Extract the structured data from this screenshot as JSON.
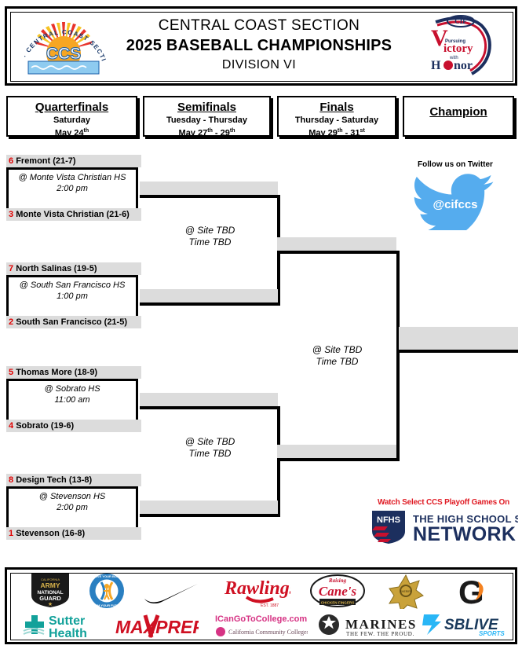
{
  "header": {
    "line1": "CENTRAL COAST SECTION",
    "line2": "2025 BASEBALL CHAMPIONSHIPS",
    "line3": "DIVISION VI",
    "left_logo": "ccs-logo",
    "left_logo_text": "CCS",
    "left_logo_ring_text": "CIF · CENTRAL COAST SECTION",
    "right_logo": "victory-with-honor-logo",
    "right_logo_text": [
      "CIF",
      "Pursuing",
      "Victory",
      "with",
      "Honor"
    ]
  },
  "rounds": [
    {
      "name": "quarterfinals",
      "title": "Quarterfinals",
      "days": "Saturday",
      "date_main": "May 24",
      "date_sup": "th",
      "date_tail": ""
    },
    {
      "name": "semifinals",
      "title": "Semifinals",
      "days": "Tuesday - Thursday",
      "date_main": "May 27",
      "date_sup": "th",
      "date_tail": " - 29",
      "date_sup2": "th"
    },
    {
      "name": "finals",
      "title": "Finals",
      "days": "Thursday - Saturday",
      "date_main": "May 29",
      "date_sup": "th",
      "date_tail": " - 31",
      "date_sup2": "st"
    },
    {
      "name": "champion",
      "title": "Champion",
      "days": "",
      "date_main": "",
      "date_sup": "",
      "date_tail": ""
    }
  ],
  "quarterfinals": [
    {
      "id": "qf1",
      "top": {
        "seed": "6",
        "team": "Fremont (21-7)"
      },
      "bottom": {
        "seed": "3",
        "team": "Monte Vista Christian (21-6)"
      },
      "site": "@ Monte Vista Christian HS",
      "time": "2:00 pm"
    },
    {
      "id": "qf2",
      "top": {
        "seed": "7",
        "team": "North Salinas (19-5)"
      },
      "bottom": {
        "seed": "2",
        "team": "South San Francisco (21-5)"
      },
      "site": "@ South San Francisco HS",
      "time": "1:00 pm"
    },
    {
      "id": "qf3",
      "top": {
        "seed": "5",
        "team": "Thomas More (18-9)"
      },
      "bottom": {
        "seed": "4",
        "team": "Sobrato (19-6)"
      },
      "site": "@ Sobrato HS",
      "time": "11:00 am"
    },
    {
      "id": "qf4",
      "top": {
        "seed": "8",
        "team": "Design Tech (13-8)"
      },
      "bottom": {
        "seed": "1",
        "team": "Stevenson (16-8)"
      },
      "site": "@ Stevenson HS",
      "time": "2:00 pm"
    }
  ],
  "semifinals": [
    {
      "id": "sf-upper",
      "site": "@ Site TBD",
      "time": "Time TBD",
      "slot_top": "",
      "slot_bottom": ""
    },
    {
      "id": "sf-lower",
      "site": "@ Site TBD",
      "time": "Time TBD",
      "slot_top": "",
      "slot_bottom": ""
    }
  ],
  "final": {
    "id": "final",
    "site": "@ Site TBD",
    "time": "Time TBD",
    "slot_top": "",
    "slot_bottom": ""
  },
  "champion": {
    "id": "champion",
    "value": ""
  },
  "twitter": {
    "caption": "Follow us on Twitter",
    "handle": "@cifccs",
    "icon": "twitter-bird-icon",
    "color": "#55acee"
  },
  "nfhs": {
    "caption": "Watch Select CCS Playoff Games On",
    "caption_color": "#e01b24",
    "shield_text": "NFHS",
    "line1": "THE HIGH SCHOOL SPORTS",
    "line2": "NETWORK",
    "navy": "#1c2f5e",
    "red": "#c8102e"
  },
  "sponsors": {
    "row1": [
      {
        "name": "california-army-national-guard",
        "l1": "CALIFORNIA",
        "l2": "ARMY",
        "l3": "NATIONAL",
        "l4": "GUARD"
      },
      {
        "name": "move-your-body-claim-your-future",
        "l1": "MOVE YOUR BODY",
        "l2": "CLAIM YOUR FUTURE"
      },
      {
        "name": "nike",
        "l1": "NIKE SWOOSH"
      },
      {
        "name": "rawlings",
        "l1": "Rawlings",
        "l2": "EST. 1887"
      },
      {
        "name": "raising-canes",
        "l1": "Raising",
        "l2": "Cane's",
        "l3": "CHICKEN FINGERS"
      },
      {
        "name": "sheriff-star-badge",
        "l1": "SHERIFF"
      },
      {
        "name": "gatorade",
        "l1": "G"
      }
    ],
    "row2": [
      {
        "name": "sutter-health",
        "l1": "Sutter",
        "l2": "Health"
      },
      {
        "name": "maxpreps",
        "l1": "MAXPREPS"
      },
      {
        "name": "icangotocollege",
        "l1": "ICanGoToCollege.com",
        "l2": "California Community Colleges"
      },
      {
        "name": "marines",
        "l1": "MARINES",
        "l2": "THE FEW. THE PROUD."
      },
      {
        "name": "sblive-sports",
        "l1": "SBLIVE",
        "l2": "SPORTS"
      }
    ]
  },
  "colors": {
    "slot_gray": "#dcdcdc",
    "seed_red": "#e00000",
    "twitter_blue": "#55acee"
  }
}
